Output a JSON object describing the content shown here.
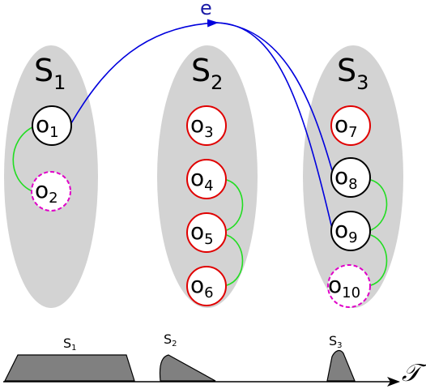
{
  "diagram": {
    "edge": {
      "label": "e",
      "color": "#0000dd"
    },
    "axis": {
      "label": "𝒯"
    },
    "colors": {
      "set_fill": "#d3d3d3",
      "node_stroke_black": "#000000",
      "node_stroke_red": "#e00000",
      "node_stroke_dashed": "#e000c8",
      "link_green": "#22dd22",
      "timeline_fill": "#808080"
    },
    "sets": [
      {
        "name": "S",
        "sub": "1",
        "nodes": [
          {
            "name": "o",
            "sub": "1",
            "style": "black"
          },
          {
            "name": "o",
            "sub": "2",
            "style": "dashed"
          }
        ]
      },
      {
        "name": "S",
        "sub": "2",
        "nodes": [
          {
            "name": "o",
            "sub": "3",
            "style": "red"
          },
          {
            "name": "o",
            "sub": "4",
            "style": "red"
          },
          {
            "name": "o",
            "sub": "5",
            "style": "red"
          },
          {
            "name": "o",
            "sub": "6",
            "style": "red"
          }
        ]
      },
      {
        "name": "S",
        "sub": "3",
        "nodes": [
          {
            "name": "o",
            "sub": "7",
            "style": "red"
          },
          {
            "name": "o",
            "sub": "8",
            "style": "black"
          },
          {
            "name": "o",
            "sub": "9",
            "style": "black"
          },
          {
            "name": "o",
            "sub": "10",
            "style": "dashed"
          }
        ]
      }
    ],
    "timeline": [
      {
        "name": "S",
        "sub": "1"
      },
      {
        "name": "S",
        "sub": "2"
      },
      {
        "name": "S",
        "sub": "3"
      }
    ]
  }
}
